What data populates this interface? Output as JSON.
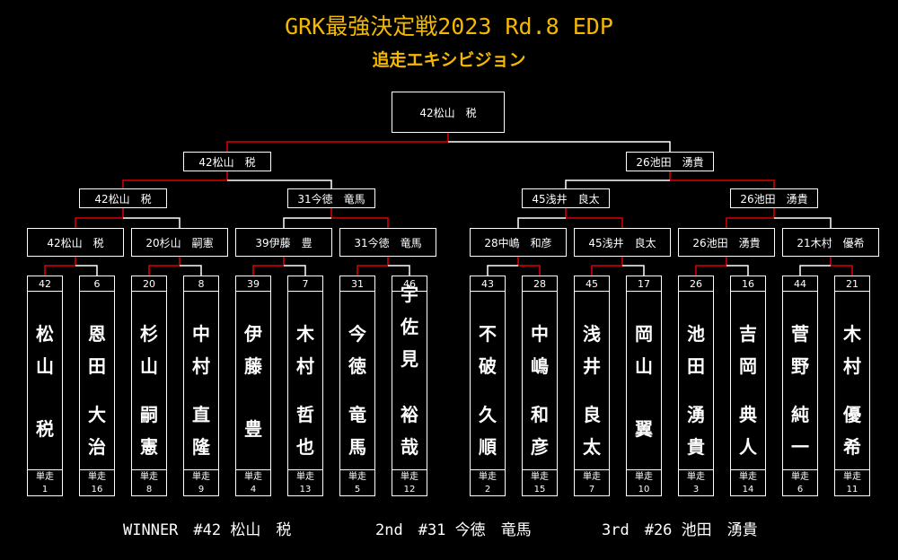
{
  "title": "GRK最強決定戦2023 Rd.8 EDP",
  "subtitle": "追走エキシビジョン",
  "final": {
    "label": "42松山　税"
  },
  "semis": [
    {
      "label": "42松山　税"
    },
    {
      "label": "26池田　湧貴"
    }
  ],
  "quarters": [
    {
      "label": "42松山　税"
    },
    {
      "label": "31今徳　竜馬"
    },
    {
      "label": "45浅井　良太"
    },
    {
      "label": "26池田　湧貴"
    }
  ],
  "round16": [
    {
      "label": "42松山　税"
    },
    {
      "label": "20杉山　嗣憲"
    },
    {
      "label": "39伊藤　豊"
    },
    {
      "label": "31今徳　竜馬"
    },
    {
      "label": "28中嶋　和彦"
    },
    {
      "label": "45浅井　良太"
    },
    {
      "label": "26池田　湧貴"
    },
    {
      "label": "21木村　優希"
    }
  ],
  "players": [
    {
      "num": "42",
      "family": [
        "松",
        "山"
      ],
      "given": [
        "税"
      ],
      "qual_label": "単走",
      "qual_rank": "1"
    },
    {
      "num": "6",
      "family": [
        "恩",
        "田"
      ],
      "given": [
        "大",
        "治"
      ],
      "qual_label": "単走",
      "qual_rank": "16"
    },
    {
      "num": "20",
      "family": [
        "杉",
        "山"
      ],
      "given": [
        "嗣",
        "憲"
      ],
      "qual_label": "単走",
      "qual_rank": "8"
    },
    {
      "num": "8",
      "family": [
        "中",
        "村"
      ],
      "given": [
        "直",
        "隆"
      ],
      "qual_label": "単走",
      "qual_rank": "9"
    },
    {
      "num": "39",
      "family": [
        "伊",
        "藤"
      ],
      "given": [
        "豊"
      ],
      "qual_label": "単走",
      "qual_rank": "4"
    },
    {
      "num": "7",
      "family": [
        "木",
        "村"
      ],
      "given": [
        "哲",
        "也"
      ],
      "qual_label": "単走",
      "qual_rank": "13"
    },
    {
      "num": "31",
      "family": [
        "今",
        "徳"
      ],
      "given": [
        "竜",
        "馬"
      ],
      "qual_label": "単走",
      "qual_rank": "5"
    },
    {
      "num": "46",
      "family": [
        "宇",
        "佐",
        "見"
      ],
      "given": [
        "裕",
        "哉"
      ],
      "qual_label": "単走",
      "qual_rank": "12"
    },
    {
      "num": "43",
      "family": [
        "不",
        "破"
      ],
      "given": [
        "久",
        "順"
      ],
      "qual_label": "単走",
      "qual_rank": "2"
    },
    {
      "num": "28",
      "family": [
        "中",
        "嶋"
      ],
      "given": [
        "和",
        "彦"
      ],
      "qual_label": "単走",
      "qual_rank": "15"
    },
    {
      "num": "45",
      "family": [
        "浅",
        "井"
      ],
      "given": [
        "良",
        "太"
      ],
      "qual_label": "単走",
      "qual_rank": "7"
    },
    {
      "num": "17",
      "family": [
        "岡",
        "山"
      ],
      "given": [
        "翼"
      ],
      "qual_label": "単走",
      "qual_rank": "10"
    },
    {
      "num": "26",
      "family": [
        "池",
        "田"
      ],
      "given": [
        "湧",
        "貴"
      ],
      "qual_label": "単走",
      "qual_rank": "3"
    },
    {
      "num": "16",
      "family": [
        "吉",
        "岡"
      ],
      "given": [
        "典",
        "人"
      ],
      "qual_label": "単走",
      "qual_rank": "14"
    },
    {
      "num": "44",
      "family": [
        "菅",
        "野"
      ],
      "given": [
        "純",
        "一"
      ],
      "qual_label": "単走",
      "qual_rank": "6"
    },
    {
      "num": "21",
      "family": [
        "木",
        "村"
      ],
      "given": [
        "優",
        "希"
      ],
      "qual_label": "単走",
      "qual_rank": "11"
    }
  ],
  "results": {
    "winner": "WINNER　#42 松山　税",
    "second": "2nd　#31 今徳　竜馬",
    "third": "3rd　#26 池田　湧貴"
  },
  "colors": {
    "title": "#f5b800",
    "winner_path": "#e00000",
    "loser_path": "#ffffff",
    "border": "#ffffff",
    "background": "#000000"
  }
}
